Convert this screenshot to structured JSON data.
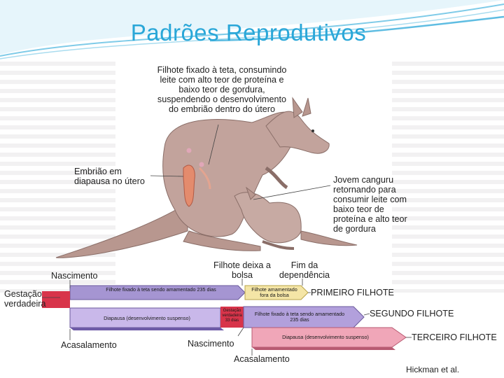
{
  "title": "Padrões Reprodutivos",
  "labels": {
    "top_callout": "Filhote fixado à teta, consumindo leite com alto teor de proteína e baixo teor de gordura, suspendendo o desenvolvimento do embrião dentro do útero",
    "embryo": "Embrião em diapausa no útero",
    "joey": "Jovem canguru retornando para consumir leite com baixo teor de proteína e alto teor de gordura",
    "birth_top": "Nascimento",
    "leaves_pouch": "Filhote deixa a bolsa",
    "end_dependence": "Fim da dependência",
    "gestation": "Gestação verdadeira",
    "mating_left": "Acasalamento",
    "birth_bottom": "Nascimento",
    "mating_bottom": "Acasalamento"
  },
  "timeline": {
    "first_offspring": "PRIMEIRO FILHOTE",
    "second_offspring": "SEGUNDO FILHOTE",
    "third_offspring": "TERCEIRO FILHOTE",
    "bar1_attached": "Filhote fixado à teta sendo amamentado 235 dias",
    "bar1_outside": "Filhote amamentado fora da bolsa",
    "bar2_diapause": "Diapausa (desenvolvimento suspenso)",
    "bar2_gestation": "Gestação verdadeira 33 dias",
    "bar2_attached": "Filhote fixado à teta sendo amamentado 235 dias",
    "bar3_diapause": "Diapausa (desenvolvimento suspenso)"
  },
  "credit": "Hickman et al.",
  "colors": {
    "title": "#2aa7d8",
    "bar_purple": "#b5a4d8",
    "bar_violet": "#8c6fc4",
    "bar_red": "#d8344a",
    "bar_pink": "#f0a6b8",
    "bar_yellow": "#f2e09a",
    "kangaroo": "#b8978f"
  }
}
